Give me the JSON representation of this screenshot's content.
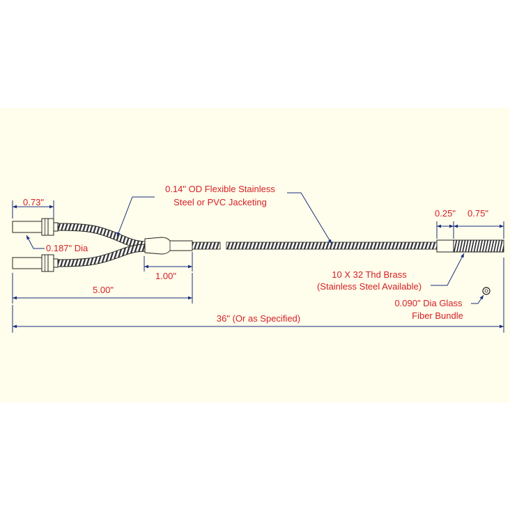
{
  "colors": {
    "panel": "#FFFDEB",
    "dim": "#1A2D7E",
    "label": "#D42026",
    "line": "#222222",
    "fill": "#FFFDEB"
  },
  "labels": {
    "jacketing_line1": "0.14\" OD Flexible Stainless",
    "jacketing_line2": "Steel or PVC Jacketing",
    "dim_073": "0.73\"",
    "dia_0187": "0.187\" Dia",
    "dim_100": "1.00\"",
    "dim_500": "5.00\"",
    "dim_36": "36\" (Or as Specified)",
    "dim_025": "0.25\"",
    "dim_075": "0.75\"",
    "thread_line1": "10 X 32 Thd Brass",
    "thread_line2": "(Stainless Steel Available)",
    "fiber_line1": "0.090\" Dia Glass",
    "fiber_line2": "Fiber Bundle"
  }
}
